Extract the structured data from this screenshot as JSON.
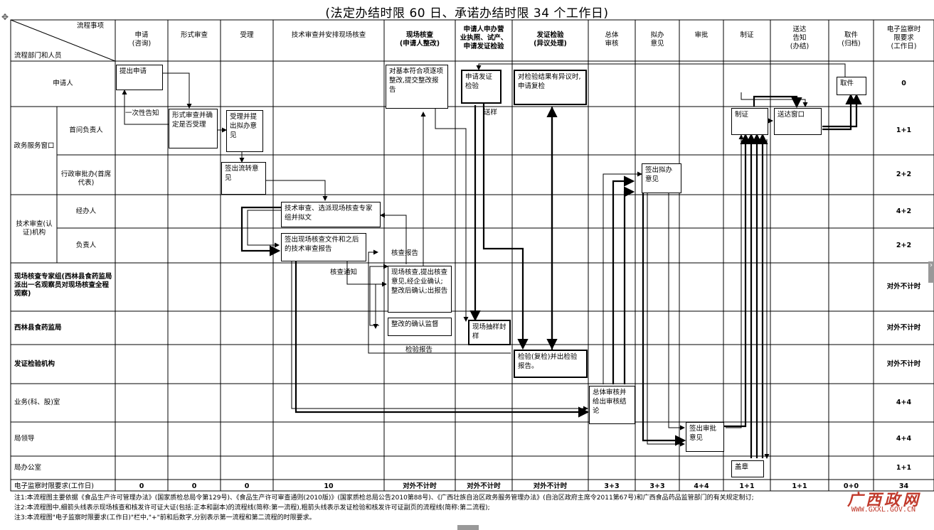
{
  "title": "(法定办结时限 60 日、承诺办结时限 34 个工作日)",
  "header": {
    "corner_top": "流程事项",
    "corner_bottom": "流程部门和人员",
    "columns": [
      {
        "l1": "申请",
        "l2": "(咨询)",
        "bold": false
      },
      {
        "l1": "形式审查",
        "l2": "",
        "bold": false
      },
      {
        "l1": "受理",
        "l2": "",
        "bold": false
      },
      {
        "l1": "技术审查并安排现场核查",
        "l2": "",
        "bold": false
      },
      {
        "l1": "现场核查",
        "l2": "(申请人整改)",
        "bold": true
      },
      {
        "l1": "申请人申办营",
        "l2": "业执照、试产、",
        "l3": "申请发证检验",
        "bold": true
      },
      {
        "l1": "发证检验",
        "l2": "(异议处理)",
        "bold": true
      },
      {
        "l1": "总体",
        "l2": "审核",
        "bold": false
      },
      {
        "l1": "拟办",
        "l2": "意见",
        "bold": false
      },
      {
        "l1": "审批",
        "l2": "",
        "bold": false
      },
      {
        "l1": "制证",
        "l2": "",
        "bold": false
      },
      {
        "l1": "送达",
        "l2": "告知",
        "l3": "(办结)",
        "bold": false
      },
      {
        "l1": "取件",
        "l2": "(归档)",
        "bold": false
      },
      {
        "l1": "电子监察时",
        "l2": "限要求",
        "l3": "(工作日)",
        "bold": false
      }
    ]
  },
  "rows": [
    {
      "group": "",
      "label": "申请人",
      "limit": "0"
    },
    {
      "group": "政务服务窗口",
      "label": "首问负责人",
      "limit": "1+1"
    },
    {
      "group": "",
      "label": "行政审批办(首席代表)",
      "limit": "2+2"
    },
    {
      "group": "技术审查(认证)机构",
      "label": "经办人",
      "limit": "4+2"
    },
    {
      "group": "",
      "label": "负责人",
      "limit": "2+2"
    },
    {
      "group": "",
      "label": "现场核查专家组(西林县食药监局派出一名观察员对现场核查全程观察)",
      "limit": "对外不计时"
    },
    {
      "group": "",
      "label": "西林县食药监局",
      "limit": "对外不计时"
    },
    {
      "group": "",
      "label": "发证检验机构",
      "limit": "对外不计时"
    },
    {
      "group": "",
      "label": "业务(科、股)室",
      "limit": "4+4"
    },
    {
      "group": "",
      "label": "局领导",
      "limit": "4+4"
    },
    {
      "group": "",
      "label": "局办公室",
      "limit": "1+1"
    }
  ],
  "footer": {
    "label": "电子监察时限要求(工作日)",
    "values": [
      "0",
      "0",
      "0",
      "10",
      "对外不计时",
      "对外不计时",
      "对外不计时",
      "3+3",
      "3+3",
      "4+4",
      "1+1",
      "1+1",
      "0+0",
      "34"
    ]
  },
  "boxes": {
    "apply": "提出申请",
    "formal": "形式审查并确定是否受理",
    "accept": "受理并提出拟办意见",
    "approval_view": "签出流转意见",
    "tech_review": "技术审查、选派现场核查专家组并拟文",
    "sign_docs": "签出现场核查文件和之后的技术审查报告",
    "rectify": "对基本符合项逐项整改,提交整改报告",
    "apply_inspect": "申请发证检验",
    "objection": "对检验结果有异议时,申请复检",
    "onsite": "现场核查,提出核查意见,经企业确认;整改后确认;出报告",
    "confirm": "整改的确认监督",
    "sampling": "现场抽样封样",
    "test_report": "检验(复检)并出检验报告。",
    "overall": "总体审核并给出审核结论",
    "proposal": "签出拟办意见",
    "approve": "签出审批意见",
    "make_cert": "制证",
    "deliver": "送达窗口",
    "pickup": "取件",
    "seal": "盖章"
  },
  "labels": {
    "notify_once": "一次性告知",
    "send_sample": "送样",
    "check_report": "核查报告",
    "check_notice": "核查通知",
    "test_report": "检验报告"
  },
  "notes": [
    "注1:本流程图主要依据《食品生产许可管理办法》(国家质检总局令第129号)、《食品生产许可审查通则(2010版)》(国家质检总局公告2010第88号)、《广西壮族自治区政务服务管理办法》(自治区政府主席令2011第67号)和广西食品药品监管部门的有关规定制订;",
    "注2:本流程图中,细箭头线表示现场核查和核发许可证大证(包括:正本和副本)的流程线(简称:第一流程),粗箭头线表示发证检验和核发许可证副页的流程线(简称:第二流程);",
    "注3:本流程图\"电子监察时限要求(工作日)\"栏中,\"+\"前和后数字,分别表示第一流程和第二流程的时限要求。"
  ],
  "watermark": {
    "logo": "广西政网",
    "url": "WWW.GXXL.GOV.CN"
  }
}
